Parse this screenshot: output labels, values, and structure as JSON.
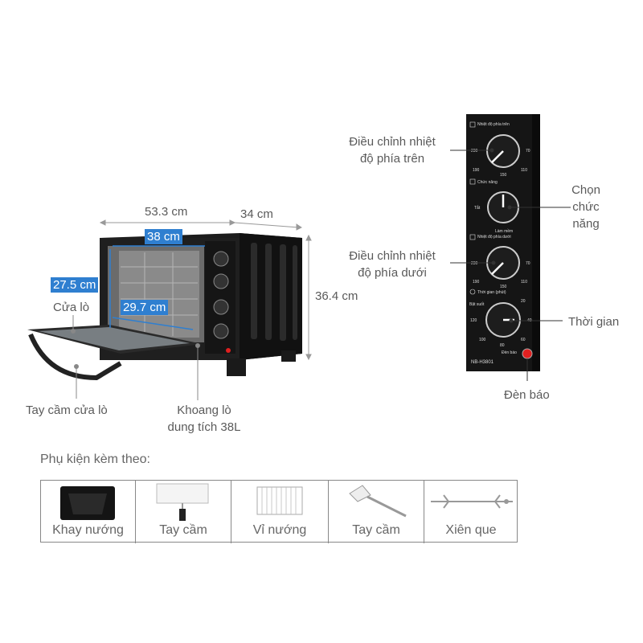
{
  "oven": {
    "dimensions": {
      "width": "53.3 cm",
      "depth": "34 cm",
      "height": "36.4 cm",
      "inner_width": "38 cm",
      "inner_height": "27.5 cm",
      "inner_depth": "29.7 cm"
    },
    "labels": {
      "door": "Cửa lò",
      "door_handle": "Tay cầm cửa lò",
      "cavity_line1": "Khoang lò",
      "cavity_line2": "dung tích 38L"
    }
  },
  "panel": {
    "model": "NB-H3801",
    "labels": {
      "top_heat_line1": "Điều chỉnh nhiệt",
      "top_heat_line2": "độ phía trên",
      "function_line1": "Chọn",
      "function_line2": "chức",
      "function_line3": "năng",
      "bottom_heat_line1": "Điều chỉnh nhiệt",
      "bottom_heat_line2": "độ phía dưới",
      "timer": "Thời gian",
      "indicator": "Đèn báo"
    },
    "knob_text": {
      "top_title": "Nhiệt độ phía trên",
      "function_title": "Chức năng",
      "bottom_title": "Nhiệt độ phía dưới",
      "timer_title": "Thời gian (phút)",
      "off": "Tắt",
      "temp_max": "230",
      "temp_min": "190",
      "temp_a": "150",
      "temp_b": "110",
      "temp_c": "70",
      "timer_a": "20",
      "timer_b": "40",
      "timer_c": "60",
      "timer_d": "80",
      "timer_e": "100",
      "timer_f": "120",
      "always_on": "Bật suốt",
      "defrost": "Làm mềm",
      "indicator_small": "Đèn báo"
    }
  },
  "accessories": {
    "title": "Phụ kiện kèm theo:",
    "items": [
      {
        "name": "Khay nướng",
        "icon": "baking-tray-icon"
      },
      {
        "name": "Tay cầm",
        "icon": "tray-handle-icon"
      },
      {
        "name": "Vỉ nướng",
        "icon": "wire-rack-icon"
      },
      {
        "name": "Tay cầm",
        "icon": "rack-handle-icon"
      },
      {
        "name": "Xiên que",
        "icon": "rotisserie-skewer-icon"
      }
    ]
  },
  "colors": {
    "dimension_box": "#2f7fd0",
    "oven_body": "#1a1a1a",
    "indicator_light": "#e02020"
  }
}
